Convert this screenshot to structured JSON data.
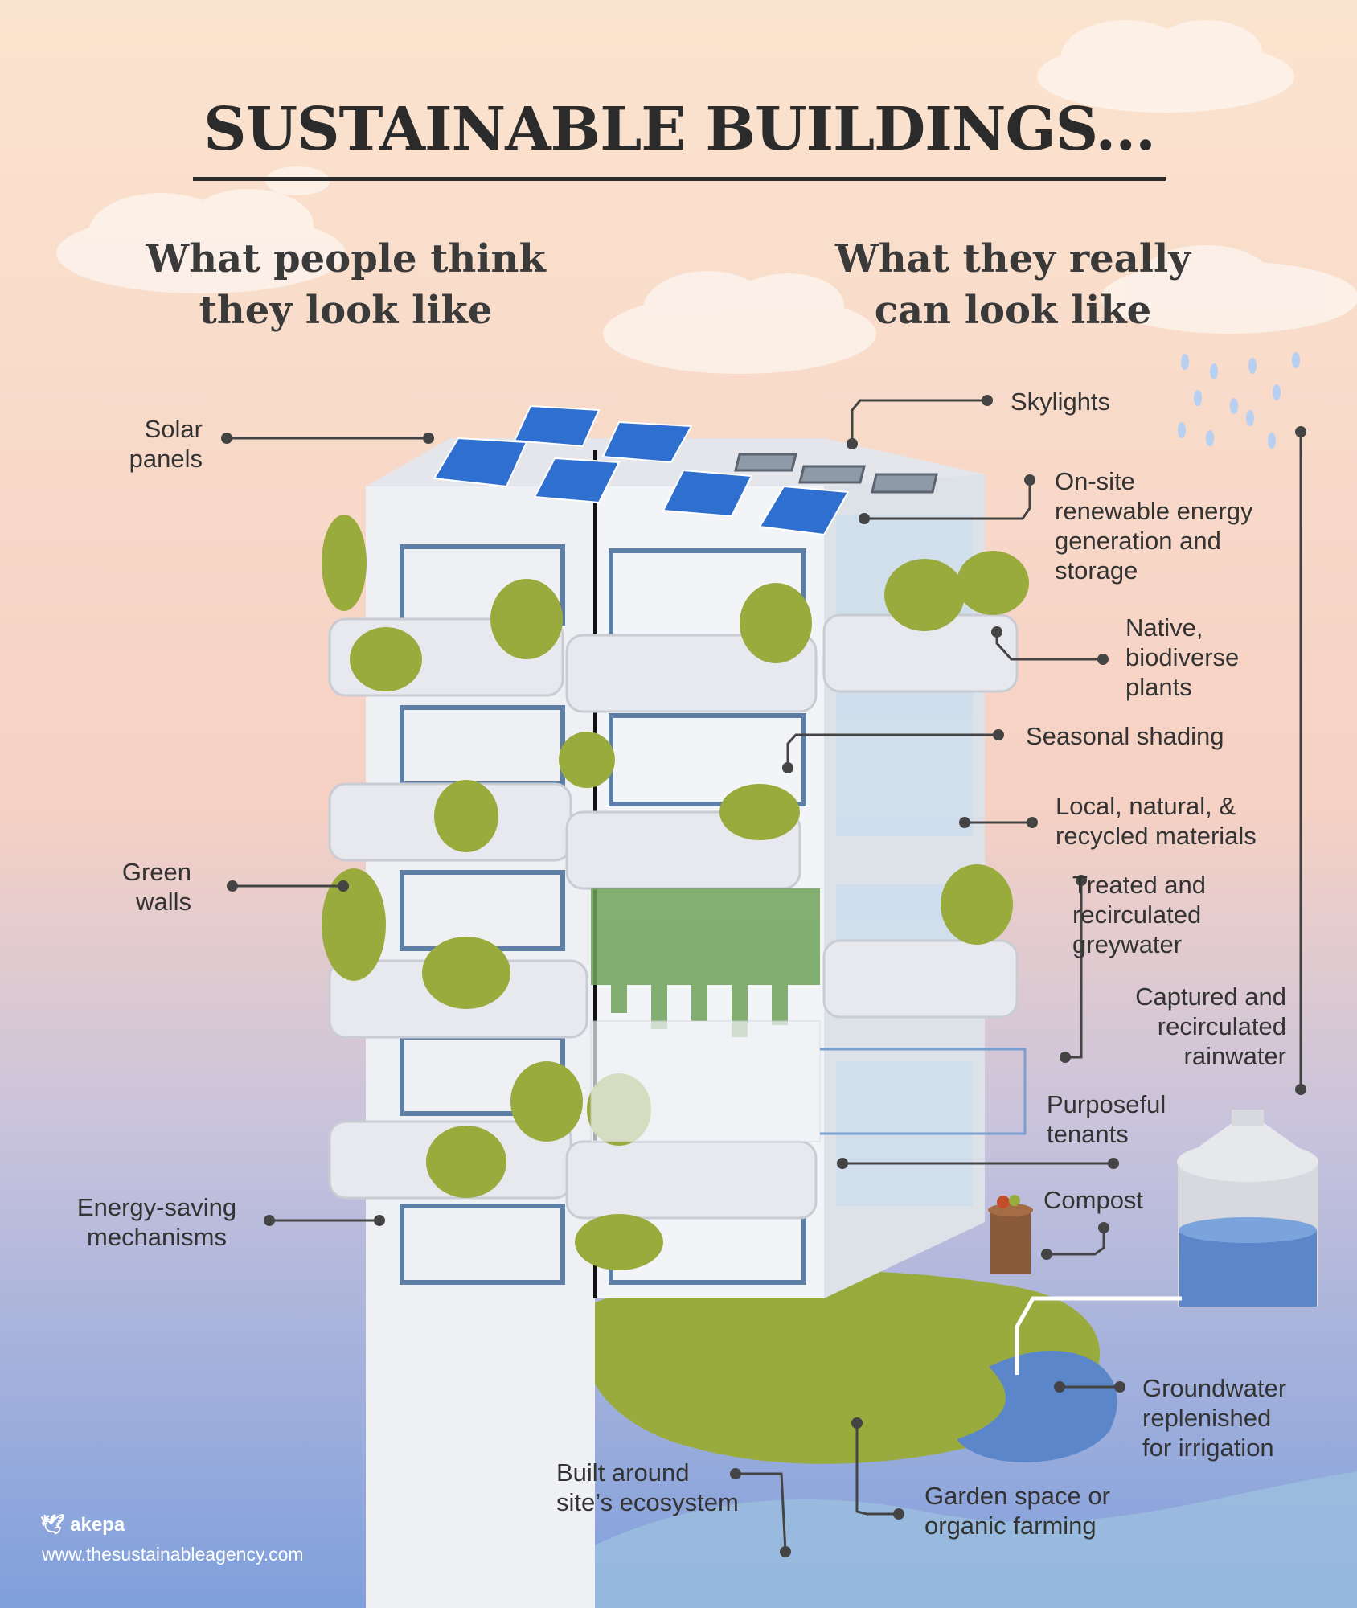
{
  "title": "SUSTAINABLE BUILDINGS...",
  "left_heading": [
    "What people think",
    "they look like"
  ],
  "right_heading": [
    "What they really",
    "can look like"
  ],
  "labels": {
    "solar_panels": [
      "Solar",
      "panels"
    ],
    "green_walls": [
      "Green",
      "walls"
    ],
    "energy_saving": [
      "Energy-saving",
      "mechanisms"
    ],
    "skylights": [
      "Skylights"
    ],
    "onsite_energy": [
      "On-site",
      "renewable energy",
      "generation and",
      "storage"
    ],
    "native_plants": [
      "Native,",
      "biodiverse",
      "plants"
    ],
    "seasonal_shading": [
      "Seasonal shading"
    ],
    "local_materials": [
      "Local, natural, &",
      "recycled materials"
    ],
    "greywater": [
      "Treated and",
      "recirculated",
      "greywater"
    ],
    "rainwater": [
      "Captured and",
      "recirculated",
      "rainwater"
    ],
    "tenants": [
      "Purposeful",
      "tenants"
    ],
    "compost": [
      "Compost"
    ],
    "groundwater": [
      "Groundwater",
      "replenished",
      "for irrigation"
    ],
    "garden": [
      "Garden space or",
      "organic farming"
    ],
    "ecosystem": [
      "Built around",
      "site’s ecosystem"
    ]
  },
  "footer": {
    "brand": "akepa",
    "url": "www.thesustainableagency.com"
  },
  "colors": {
    "sky_top": "#fbe4cf",
    "sky_bottom": "#7f9fdc",
    "building": "#eef0f4",
    "window": "#5d7fa6",
    "plant": "#9aab3e",
    "solar": "#2f6fd0",
    "water": "#5b86c9"
  },
  "icons": [
    "bird-logo-icon",
    "solar-panel-icon",
    "skylight-icon",
    "tree-icon",
    "water-tank-icon",
    "compost-bin-icon",
    "raindrop-icon"
  ]
}
